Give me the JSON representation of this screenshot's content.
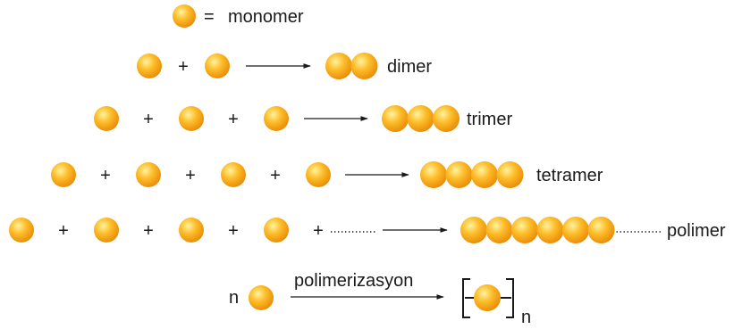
{
  "legend": {
    "equals": "=",
    "label": "monomer"
  },
  "plus_sign": "+",
  "rows": [
    {
      "id": "dimer",
      "label": "dimer",
      "monomer_count": 2,
      "chain_length": 2,
      "continues": false
    },
    {
      "id": "trimer",
      "label": "trimer",
      "monomer_count": 3,
      "chain_length": 3,
      "continues": false
    },
    {
      "id": "tetramer",
      "label": "tetramer",
      "monomer_count": 4,
      "chain_length": 4,
      "continues": false
    },
    {
      "id": "polimer",
      "label": "polimer",
      "monomer_count": 4,
      "chain_length": 6,
      "continues": true
    }
  ],
  "reaction": {
    "coefficient": "n",
    "arrow_label": "polimerizasyon",
    "subscript": "n"
  },
  "colors": {
    "sphere_highlight": "#fff3a0",
    "sphere_mid": "#fdbd2a",
    "sphere_dark": "#e88a06",
    "ink": "#1a1a1a"
  }
}
